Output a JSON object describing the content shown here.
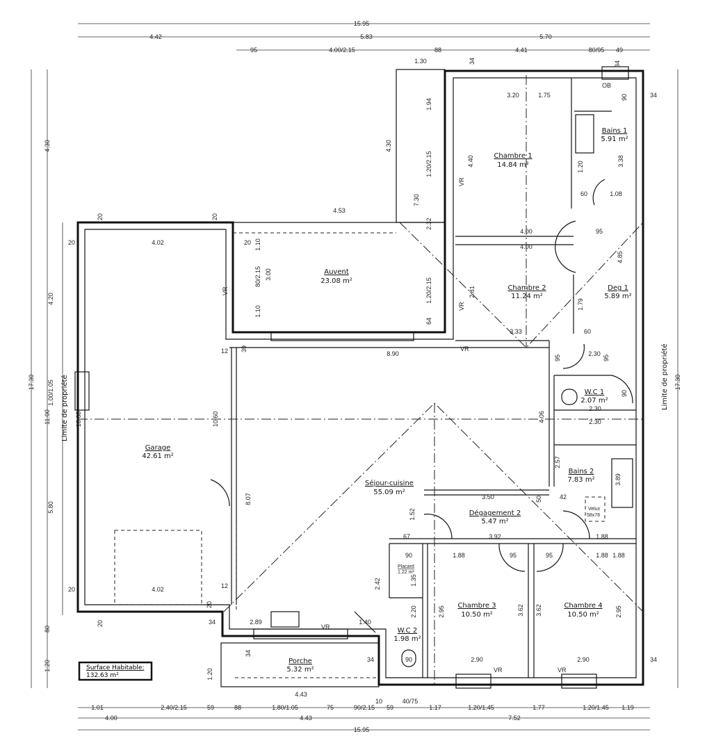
{
  "plan": {
    "property_limit_label": "Limite de propriété",
    "shutter_label": "VR",
    "ob_label": "OB",
    "velux_label": "Velux",
    "velux_size": "58x78",
    "placard_label": "Placard",
    "placard_area": "1.22 m²",
    "surface_label": "Surface Habitable:",
    "surface_value": "132.63 m²"
  },
  "rooms": {
    "chambre1": {
      "name": "Chambre 1",
      "area": "14.84 m²"
    },
    "chambre2": {
      "name": "Chambre 2",
      "area": "11.24 m²"
    },
    "bains1": {
      "name": "Bains 1",
      "area": "5.91 m²"
    },
    "deg1": {
      "name": "Deg 1",
      "area": "5.89 m²"
    },
    "wc1": {
      "name": "W.C 1",
      "area": "2.07 m²"
    },
    "bains2": {
      "name": "Bains 2",
      "area": "7.83 m²"
    },
    "sejour": {
      "name": "Séjour-cuisine",
      "area": "55.09 m²"
    },
    "degagement2": {
      "name": "Dégagement 2",
      "area": "5.47 m²"
    },
    "chambre3": {
      "name": "Chambre 3",
      "area": "10.50 m²"
    },
    "chambre4": {
      "name": "Chambre 4",
      "area": "10.50 m²"
    },
    "wc2": {
      "name": "W.C 2",
      "area": "1.98 m²"
    },
    "garage": {
      "name": "Garage",
      "area": "42.61 m²"
    },
    "auvent": {
      "name": "Auvent",
      "area": "23.08 m²"
    },
    "porche": {
      "name": "Porche",
      "area": "5.32 m²"
    }
  },
  "dims": {
    "top": [
      "15.95",
      "4.42",
      "5.83",
      "5.70",
      "95",
      "4.00/2.15",
      "88",
      "4.41",
      "80/95",
      "49",
      "1.30",
      "34",
      "34"
    ],
    "bottom": [
      "1.01",
      "2.40/2.15",
      "59",
      "88",
      "1.80/1.05",
      "75",
      "90/2.15",
      "10",
      "59",
      "40/75",
      "1.17",
      "1.20/1.45",
      "1.77",
      "1.20/1.45",
      "1.19",
      "4.00",
      "4.43",
      "7.52",
      "15.95"
    ],
    "left": [
      "17.30",
      "4.30",
      "11.00",
      "80",
      "1.20",
      "4.20",
      "1.00/1.05",
      "5.80"
    ],
    "right": [
      "17.30"
    ],
    "interior": [
      "3.20",
      "1.75",
      "90",
      "34",
      "4.40",
      "3.38",
      "1.20",
      "60",
      "1.08",
      "4.00",
      "95",
      "4.00",
      "4.85",
      "2.81",
      "1.79",
      "3.33",
      "60",
      "2.30",
      "95",
      "95",
      "2.30",
      "2.30",
      "4.06",
      "2.57",
      "3.89",
      "3.50",
      "42",
      "50",
      "1.52",
      "3.92",
      "67",
      "1.88",
      "90",
      "1.88",
      "95",
      "95",
      "1.88",
      "3.62",
      "3.62",
      "2.95",
      "2.95",
      "2.90",
      "2.90",
      "34",
      "34",
      "2.42",
      "1.35",
      "2.20",
      "90",
      "2.89",
      "1.40",
      "34",
      "34",
      "4.43",
      "1.20",
      "8.90",
      "12",
      "39",
      "4.53",
      "1.10",
      "80/2.15",
      "3.00",
      "1.10",
      "7.30",
      "2.32",
      "1.20/2.15",
      "1.20/2.15",
      "64",
      "1.94",
      "4.30",
      "10.60",
      "10.60",
      "8.07",
      "4.02",
      "4.02",
      "20",
      "20",
      "20",
      "20",
      "20",
      "20",
      "20",
      "12",
      "90",
      "1.88"
    ]
  }
}
